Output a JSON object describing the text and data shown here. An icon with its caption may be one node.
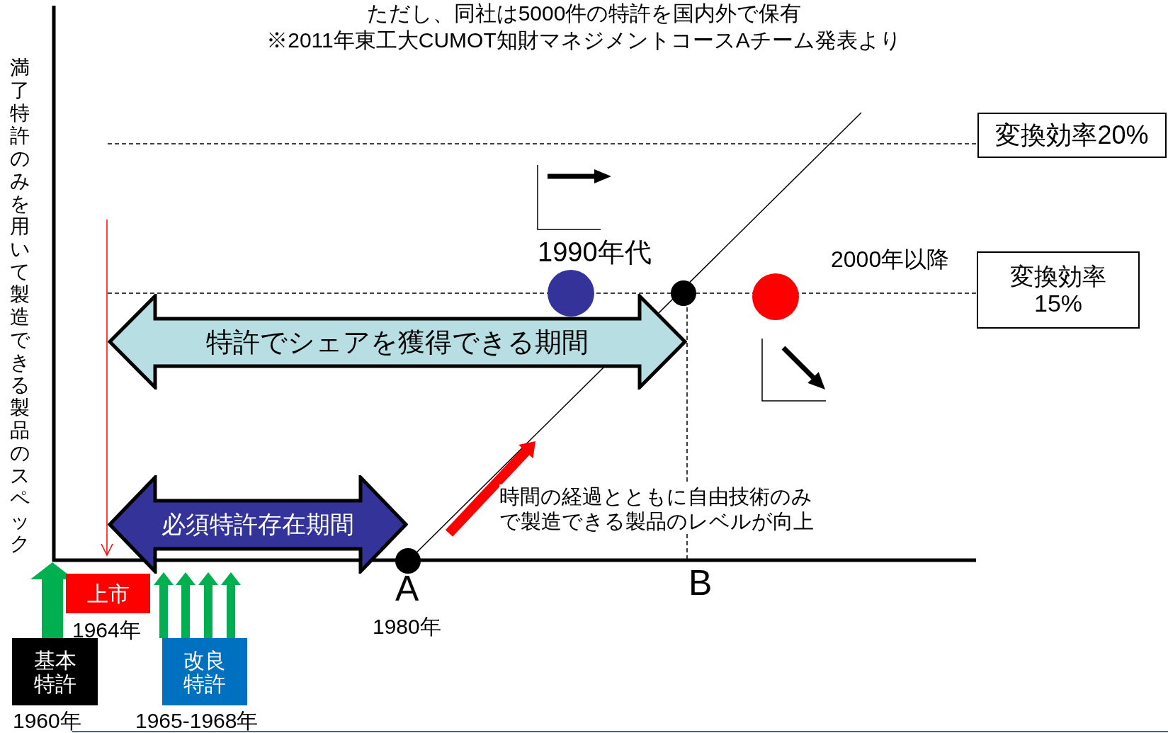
{
  "diagram": {
    "title": "ただし、同社は5000件の特許を国内外で保有",
    "nodes": [
      {
        "text": [
          "変換効率20%"
        ]
      },
      {
        "text": [
          "変換効率15%"
        ]
      },
      {
        "text": [
          "特許でシェアを獲得できる期間"
        ]
      },
      {
        "text": [
          "必須特許存在期間"
        ]
      },
      {
        "text": [
          "上市"
        ],
        "beside": [
          "1964年"
        ]
      },
      {
        "text": [
          "基本特許"
        ],
        "beside": [
          "1960年"
        ]
      },
      {
        "text": [
          "改良特許"
        ],
        "beside": [
          "1965-1968年"
        ]
      },
      {
        "text": [],
        "shape": "circle",
        "beside": [
          "1990年代"
        ]
      },
      {
        "text": [],
        "shape": "circle",
        "beside": [
          "2000年以降"
        ]
      }
    ],
    "edges": [
      {
        "from": 5,
        "to": null,
        "arrow": "to"
      },
      {
        "from": 6,
        "to": null,
        "arrow": "to"
      },
      {
        "from": 6,
        "to": null,
        "arrow": "to"
      },
      {
        "from": 6,
        "to": null,
        "arrow": "to"
      },
      {
        "from": 6,
        "to": null,
        "arrow": "to"
      }
    ],
    "labels": [
      "※2011年東工大CUMOT知財マネジメントコースAチーム発表より",
      "満了特許のみを用いて製造できる製品のスペック",
      "時間の経過とともに自由技術のみで製造できる製品のレベルが向上",
      "A",
      "1980年",
      "B"
    ]
  }
}
